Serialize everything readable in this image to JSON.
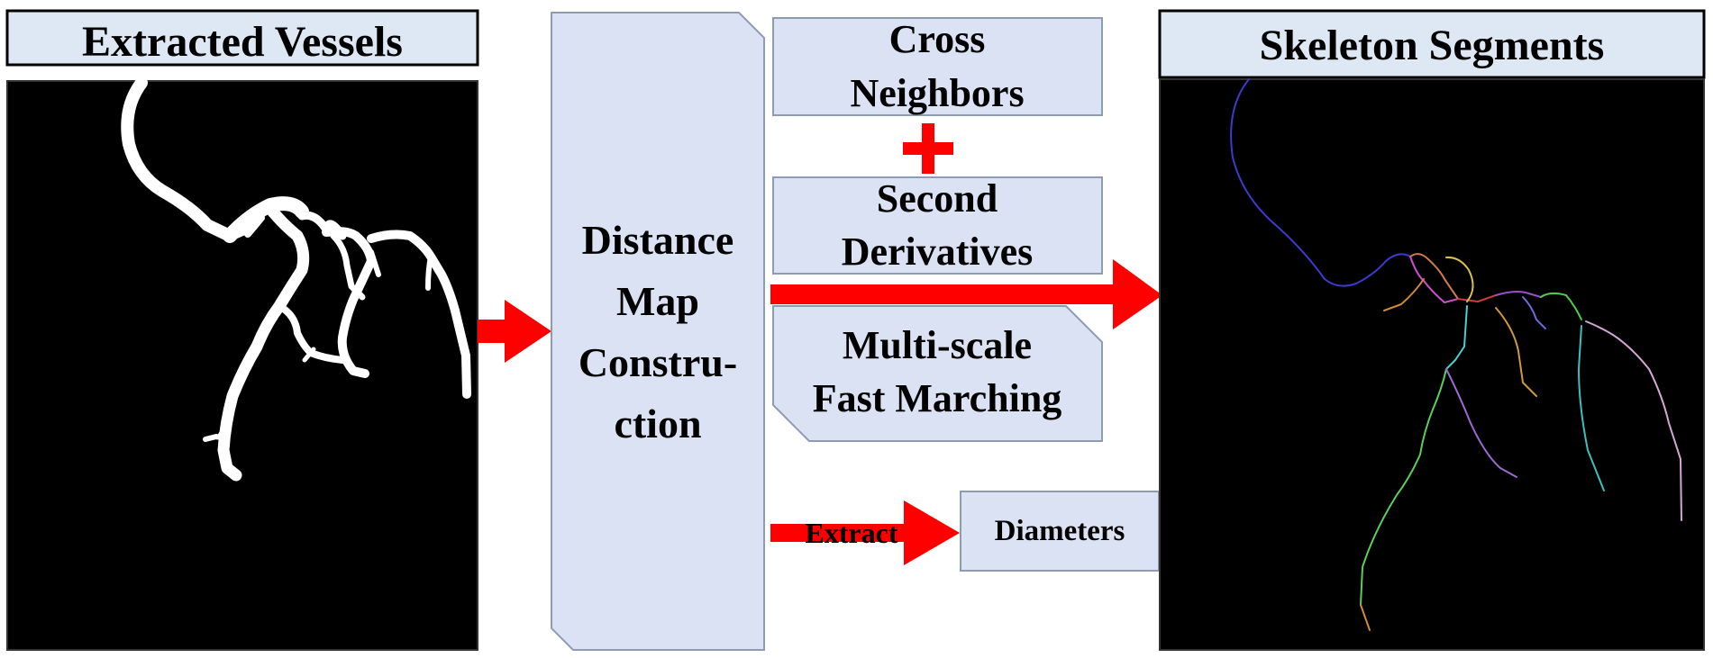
{
  "left_panel": {
    "title": "Extracted Vessels"
  },
  "center": {
    "distance_map_lines": [
      "Distance",
      "Map",
      "Constru-",
      "ction"
    ],
    "cross_neighbors_lines": [
      "Cross",
      "Neighbors"
    ],
    "plus_symbol": "+",
    "second_derivatives_lines": [
      "Second",
      "Derivatives"
    ],
    "multiscale_lines": [
      "Multi-scale",
      "Fast Marching"
    ],
    "extract_label": "Extract",
    "diameters_label": "Diameters"
  },
  "right_panel": {
    "title": "Skeleton Segments"
  },
  "colors": {
    "box_fill": "#dbe2f3",
    "box_stroke": "#8e9bb5",
    "header_fill": "#dde8f4",
    "arrow_red": "#ff0000",
    "panel_bg": "#000000",
    "vessel_white": "#ffffff"
  }
}
